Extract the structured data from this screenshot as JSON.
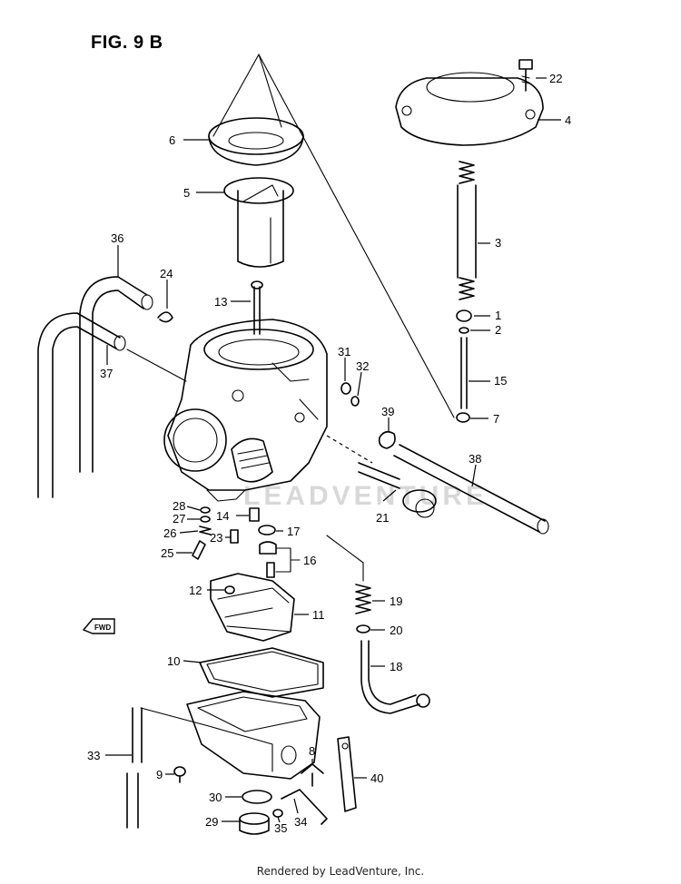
{
  "figure": {
    "title": "FIG. 9 B"
  },
  "fwd_label": "FWD",
  "watermark": "LEADVENTURE",
  "footer": "Rendered by LeadVenture, Inc.",
  "callouts": [
    "1",
    "2",
    "3",
    "4",
    "5",
    "6",
    "7",
    "8",
    "9",
    "10",
    "11",
    "12",
    "13",
    "14",
    "15",
    "16",
    "17",
    "18",
    "19",
    "20",
    "21",
    "22",
    "23",
    "24",
    "25",
    "26",
    "27",
    "28",
    "29",
    "30",
    "31",
    "32",
    "33",
    "34",
    "35",
    "36",
    "37",
    "38",
    "39",
    "40"
  ]
}
